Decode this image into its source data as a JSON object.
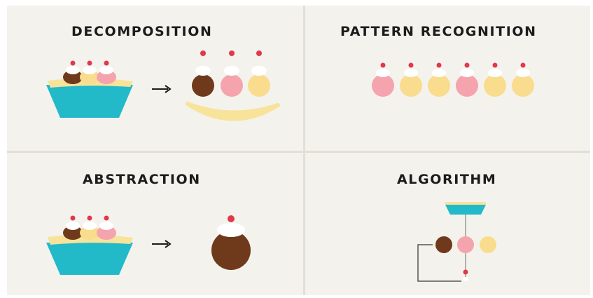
{
  "quadrants": {
    "decomposition": {
      "title": "DECOMPOSITION"
    },
    "pattern_recognition": {
      "title": "PATTERN RECOGNITION"
    },
    "abstraction": {
      "title": "ABSTRACTION"
    },
    "algorithm": {
      "title": "ALGORITHM"
    }
  },
  "colors": {
    "background": "#f4f2ec",
    "divider": "#e2e0d6",
    "bowl": "#22b9c9",
    "banana": "#f7e39a",
    "chocolate": "#6f3a1c",
    "strawberry": "#f5a3ad",
    "vanilla": "#f9dc8e",
    "cream": "#ffffff",
    "cherry": "#e0394a",
    "title_text": "#1c1c1c"
  },
  "icons": {
    "arrow": "right-arrow-icon",
    "sundae": "banana-split-icon",
    "scoop": "ice-cream-scoop-icon",
    "cherry": "cherry-icon"
  },
  "pattern_sequence": [
    "strawberry",
    "vanilla",
    "vanilla",
    "strawberry",
    "vanilla",
    "vanilla"
  ],
  "algorithm_scoops": [
    "chocolate",
    "strawberry",
    "vanilla"
  ]
}
